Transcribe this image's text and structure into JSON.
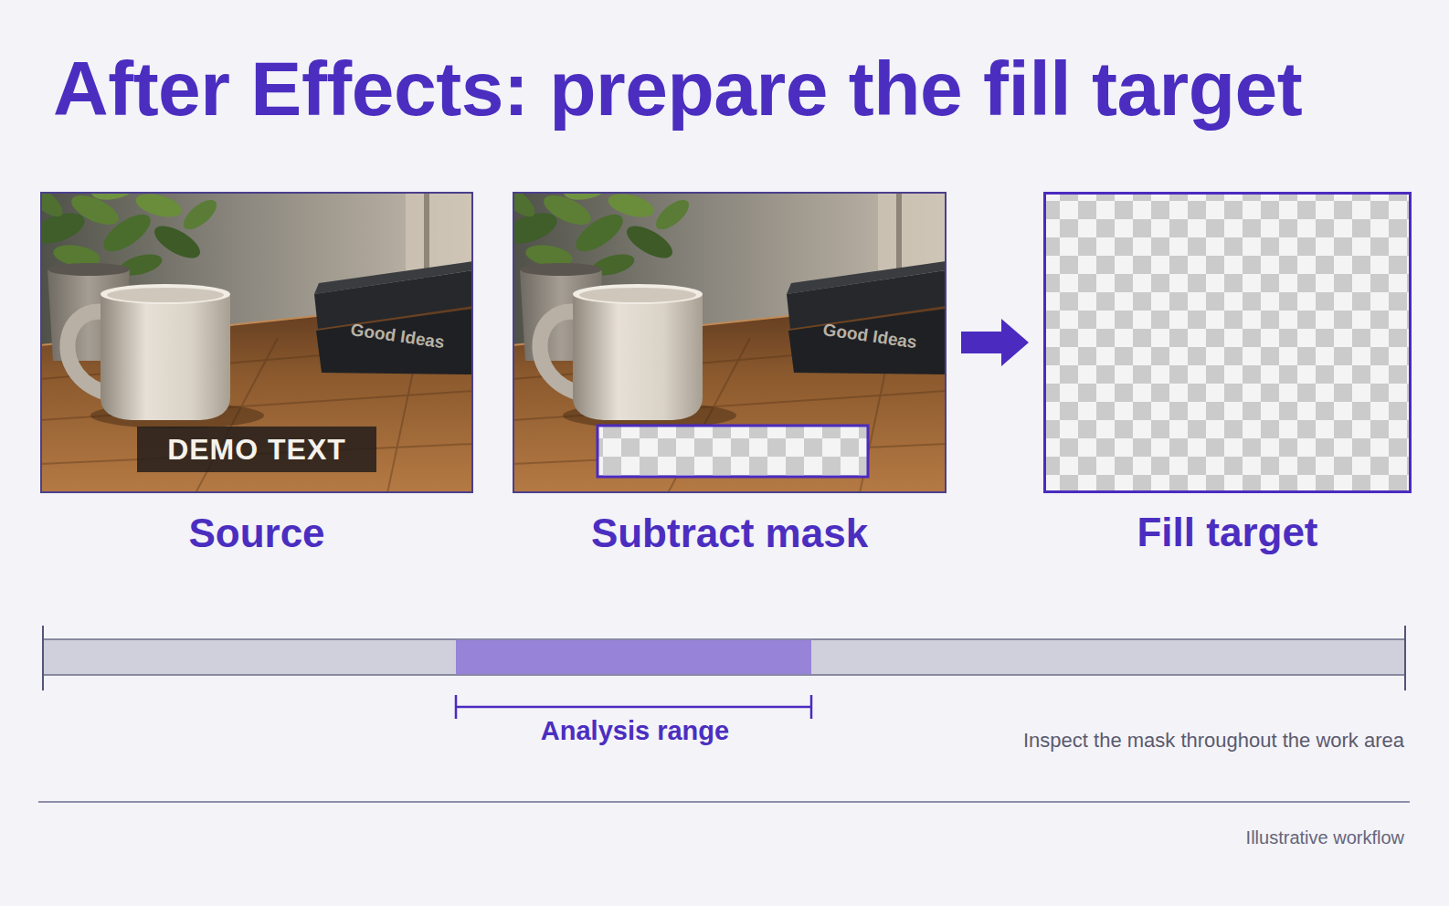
{
  "diagram": {
    "title": "After Effects: prepare the fill target",
    "nodes": [
      {
        "text": [
          "Source"
        ]
      },
      {
        "text": [
          "DEMO TEXT"
        ],
        "in": 0
      },
      {
        "text": [
          "Subtract mask"
        ]
      },
      {
        "text": [
          "Fill target"
        ]
      }
    ],
    "edges": [
      {
        "from": 2,
        "to": 3,
        "arrow": "to"
      }
    ],
    "labels": [
      "Good Ideas",
      "Good Ideas",
      "Analysis range",
      "Inspect the mask throughout the work area",
      "Illustrative workflow"
    ]
  }
}
